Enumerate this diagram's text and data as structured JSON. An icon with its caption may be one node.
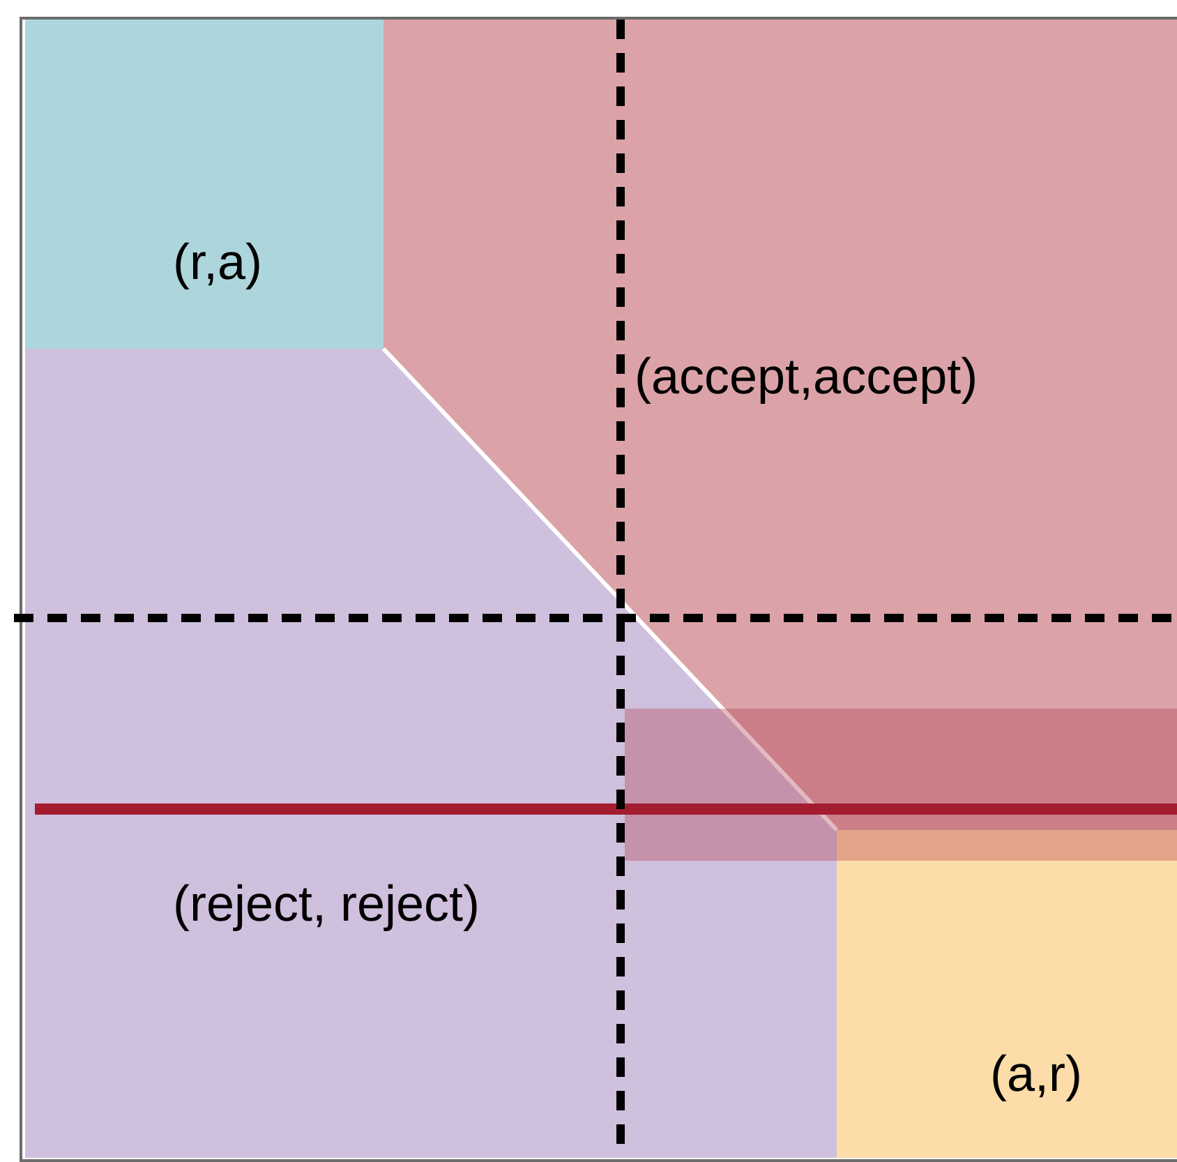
{
  "diagram": {
    "nodes": [
      {
        "text": [
          "(r,a)"
        ]
      },
      {
        "text": [
          "(accept,accept)"
        ]
      },
      {
        "text": [
          "(reject, reject)"
        ]
      },
      {
        "text": [
          "(a,r)"
        ]
      }
    ]
  }
}
